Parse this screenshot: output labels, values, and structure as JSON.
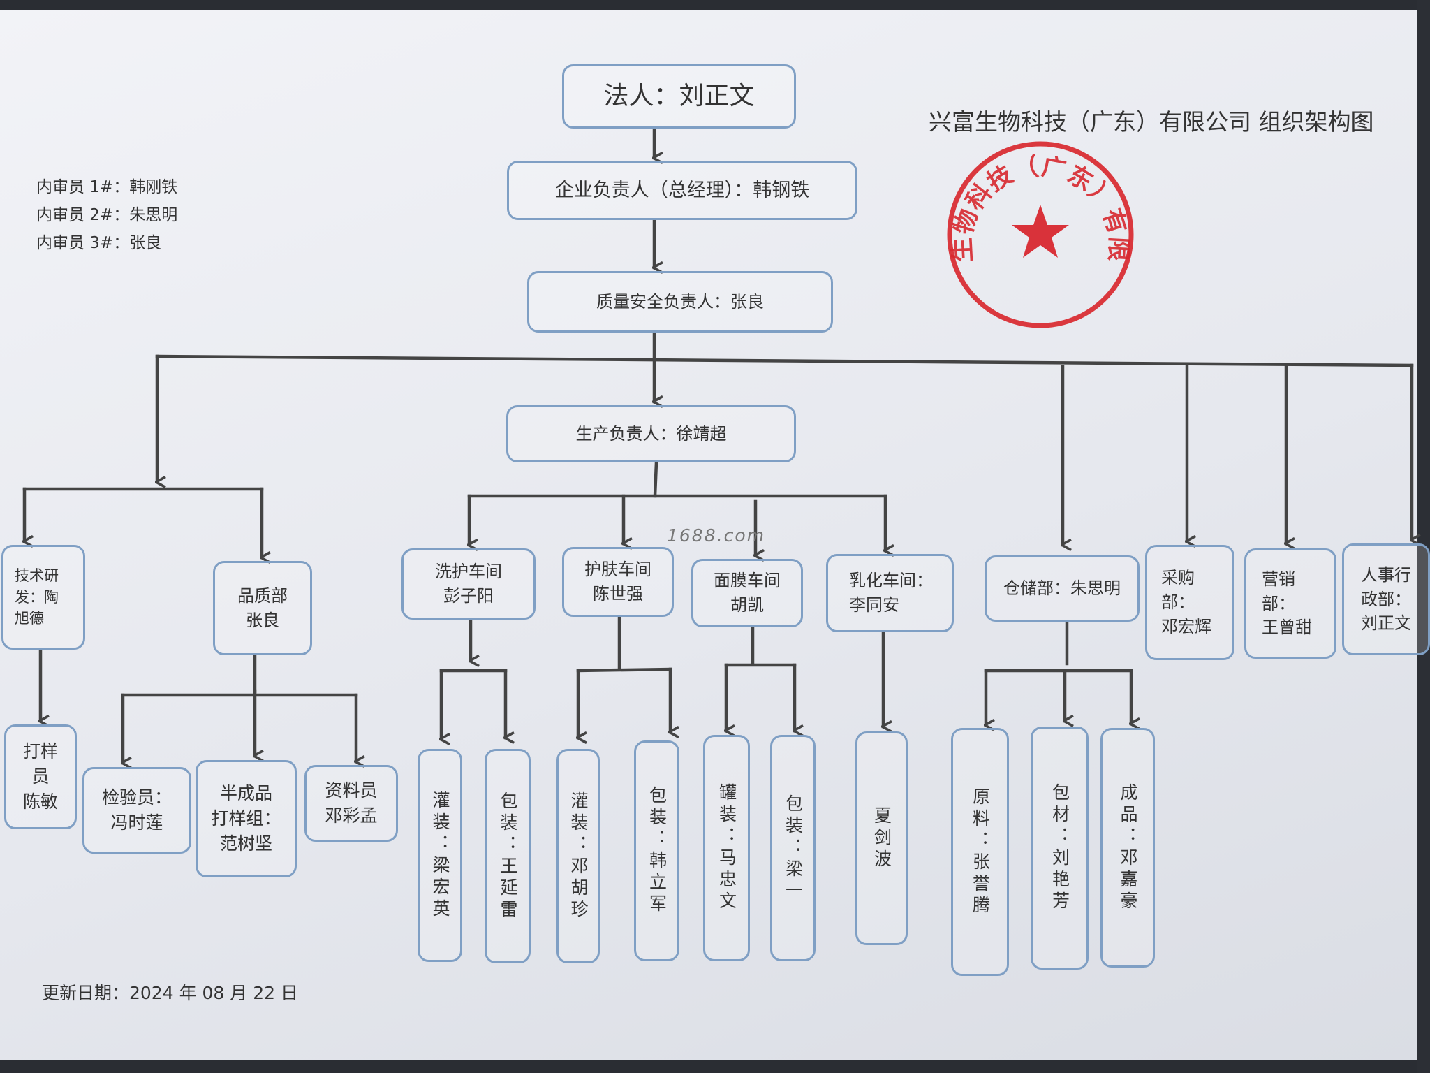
{
  "title": "兴富生物科技（广东）有限公司 组织架构图",
  "auditors": [
    {
      "label": "内审员 1#：",
      "name": "韩刚铁"
    },
    {
      "label": "内审员 2#：",
      "name": "朱思明"
    },
    {
      "label": "内审员 3#：",
      "name": "张良"
    }
  ],
  "update_date": "更新日期：2024 年 08 月 22 日",
  "watermark": "1688.com",
  "seal": {
    "text": "兴富生物科技（广东）有限公司",
    "color": "#d8282f"
  },
  "colors": {
    "box_border": "#7f9fc4",
    "connector": "#444444",
    "text": "#333333"
  },
  "nodes": {
    "legal_rep": [
      "法人：刘正文"
    ],
    "general_manager": [
      "企业负责人（总经理）：韩钢铁"
    ],
    "quality_safety": [
      "质量安全负责人：张良"
    ],
    "production": [
      "生产负责人：徐靖超"
    ],
    "rd": [
      "技术研",
      "发：陶",
      "旭德"
    ],
    "sample_staff": [
      "打样",
      "员",
      "陈敏"
    ],
    "quality_dept": [
      "品质部",
      "张良"
    ],
    "inspector": [
      "检验员：",
      "冯时莲"
    ],
    "semi_sample": [
      "半成品",
      "打样组：",
      "范树坚"
    ],
    "data_clerk": [
      "资料员",
      "邓彩孟"
    ],
    "wash_ws": [
      "洗护车间",
      "彭子阳"
    ],
    "wash_fill": "灌装：梁宏英",
    "wash_pack": "包装：王延雷",
    "skin_ws": [
      "护肤车间",
      "陈世强"
    ],
    "skin_fill": "灌装：邓胡珍",
    "skin_pack": "包装：韩立军",
    "mask_ws": [
      "面膜车间",
      "胡凯"
    ],
    "mask_can": "罐装：马忠文",
    "mask_pack": "包装：梁一",
    "emul_ws": [
      "乳化车间：",
      "李同安"
    ],
    "emul_staff": "夏剑波",
    "warehouse": [
      "仓储部：朱思明"
    ],
    "raw_mat": "原料：张誉腾",
    "pack_mat": "包材：刘艳芳",
    "finished": "成品：邓嘉豪",
    "purchase": [
      "采购",
      "部：",
      "邓宏辉"
    ],
    "marketing": [
      "营销",
      "部：",
      "王曾甜"
    ],
    "hr": [
      "人事行",
      "政部：",
      "刘正文"
    ]
  }
}
